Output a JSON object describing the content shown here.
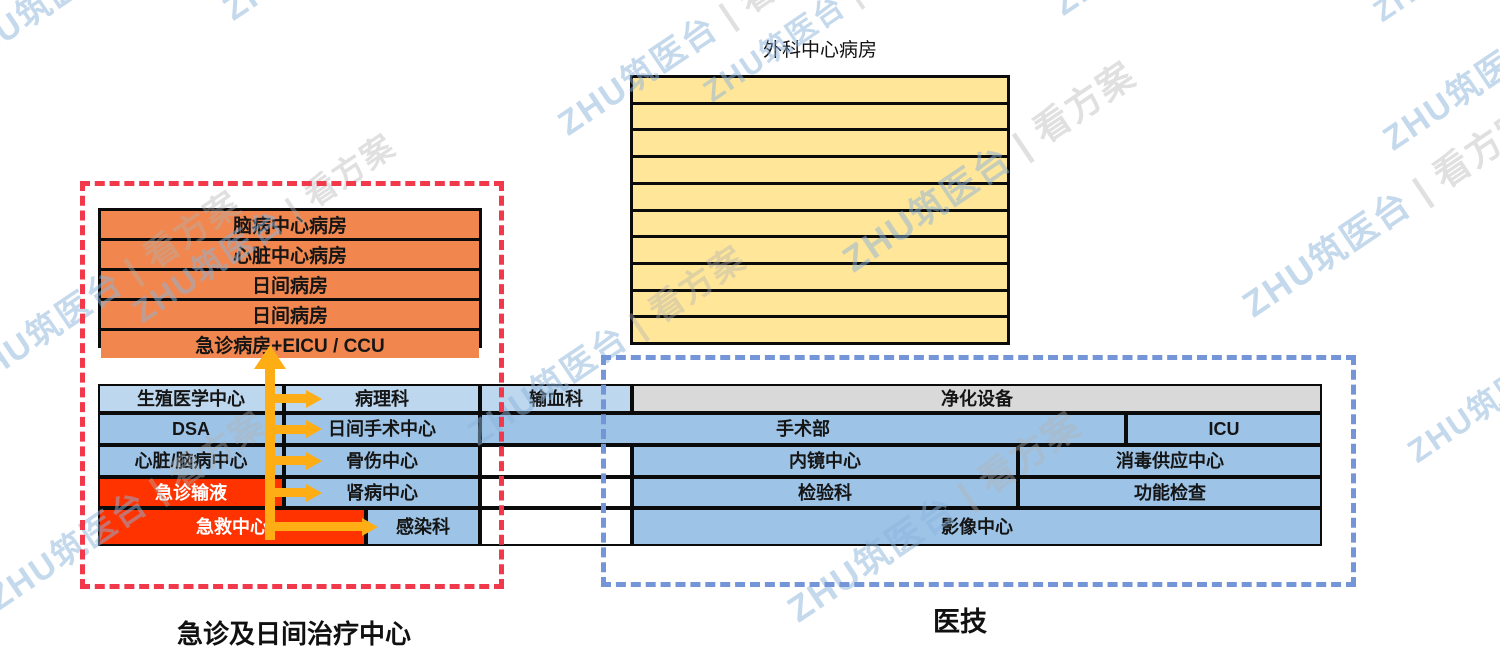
{
  "surgical_ward": {
    "title": "外科中心病房",
    "stripe_count": 10
  },
  "emergency_group": {
    "caption": "急诊及日间治疗中心",
    "wards": [
      "脑病中心病房",
      "心脏中心病房",
      "日间病房",
      "日间病房",
      "急诊病房+EICU / CCU"
    ]
  },
  "medtech_group": {
    "caption": "医技"
  },
  "grid": {
    "r1": {
      "a": "生殖医学中心",
      "b": "病理科",
      "c": "输血科",
      "d": "净化设备"
    },
    "r2": {
      "a": "DSA",
      "b": "日间手术中心",
      "c": "手术部",
      "d": "ICU"
    },
    "r3": {
      "a": "心脏/脑病中心",
      "b": "骨伤中心",
      "c": "内镜中心",
      "d": "消毒供应中心"
    },
    "r4": {
      "a": "急诊输液",
      "b": "肾病中心",
      "c": "检验科",
      "d": "功能检查"
    },
    "r5": {
      "a": "急救中心",
      "b": "感染科",
      "c": "影像中心"
    }
  },
  "watermark": {
    "brand": "ZHU筑医台",
    "suffix": " | 看方案"
  },
  "colors": {
    "orange_ward": "#F1874F",
    "red_emergency": "#FF3300",
    "light_blue": "#BDD7EE",
    "mid_blue": "#9DC3E6",
    "gray_cell": "#D9D9D9",
    "yellow": "#FFE699",
    "arrow": "#FFAD15",
    "red_dash": "#F2394C",
    "blue_dash": "#7495D8"
  }
}
